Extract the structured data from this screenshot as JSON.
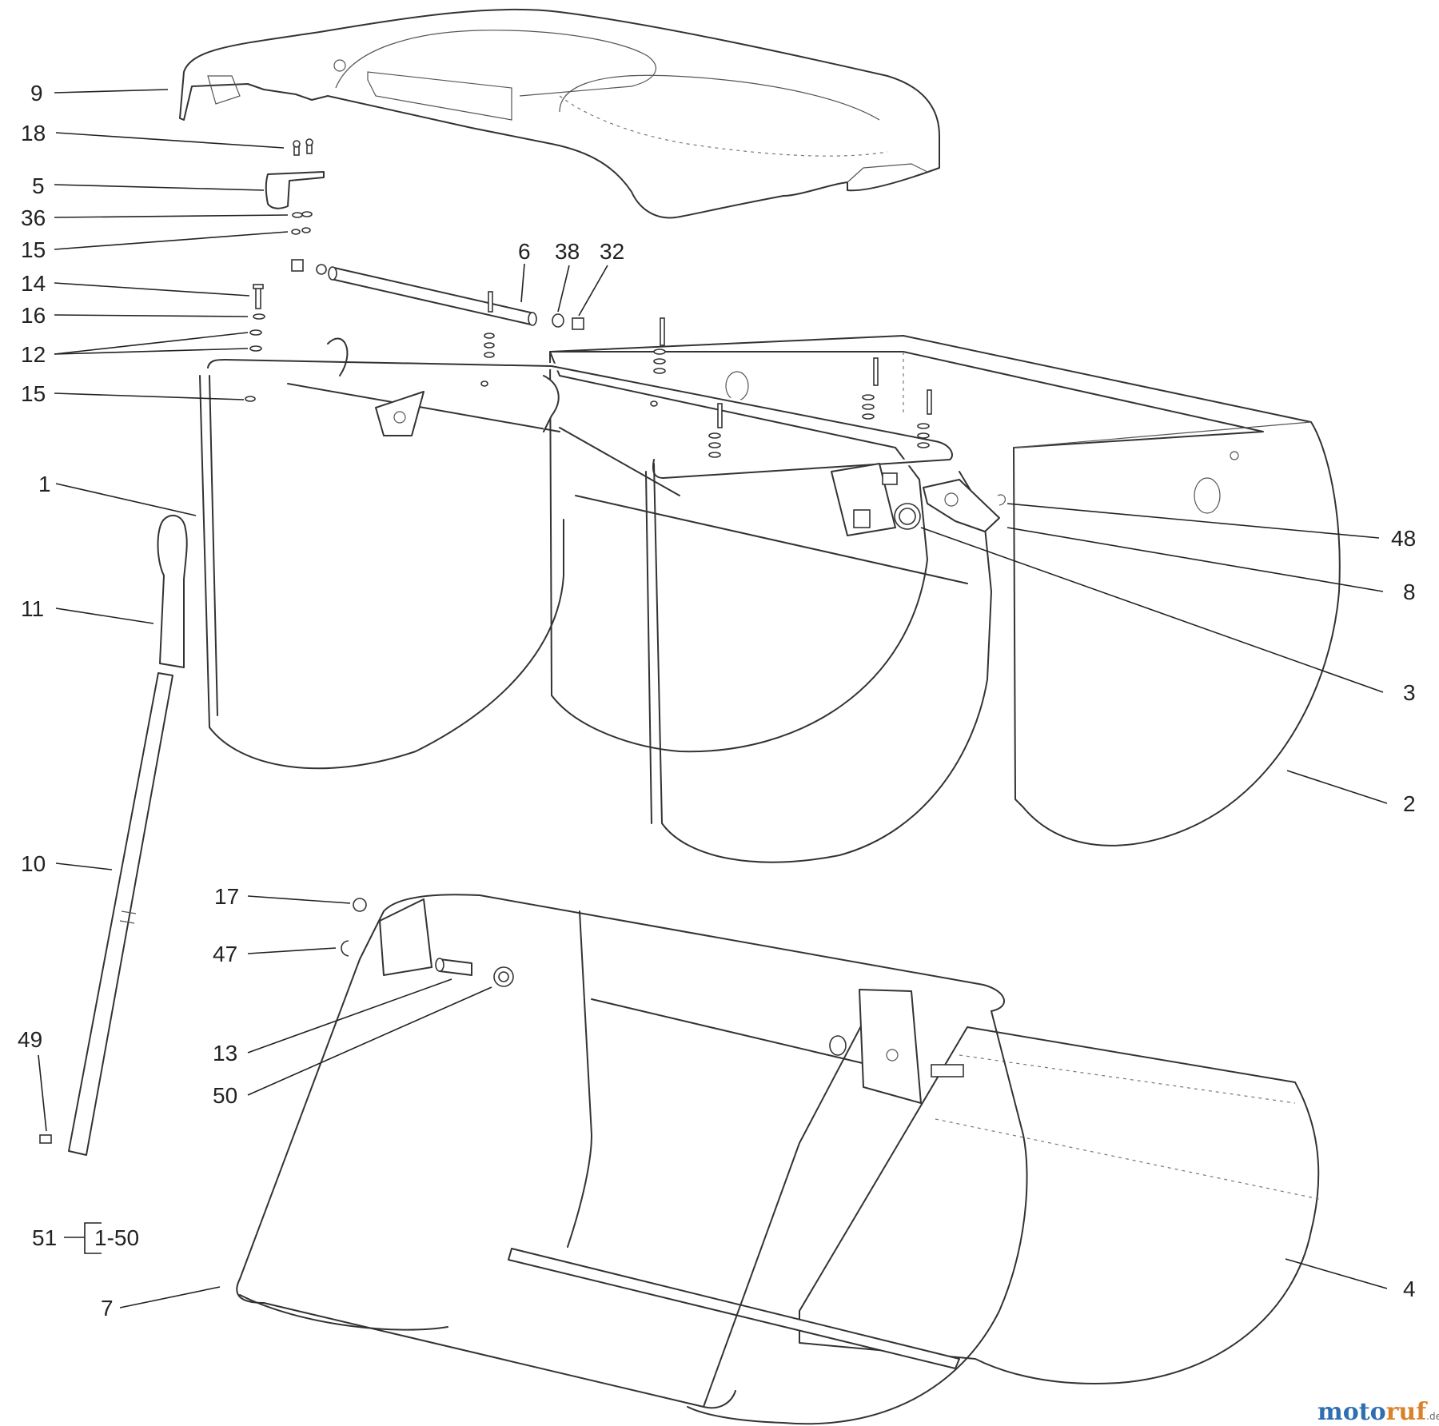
{
  "callouts": {
    "c9": "9",
    "c18": "18",
    "c5": "5",
    "c36": "36",
    "c15a": "15",
    "c6": "6",
    "c38": "38",
    "c32": "32",
    "c14": "14",
    "c16": "16",
    "c12": "12",
    "c15b": "15",
    "c1": "1",
    "c48": "48",
    "c8": "8",
    "c11": "11",
    "c3": "3",
    "c2": "2",
    "c10": "10",
    "c17": "17",
    "c47": "47",
    "c13": "13",
    "c50": "50",
    "c49": "49",
    "c51": "51",
    "c51range": "1-50",
    "c7": "7",
    "c4": "4"
  },
  "watermark": {
    "brand_a": "moto",
    "brand_b": "ruf",
    "tld": ".de"
  }
}
